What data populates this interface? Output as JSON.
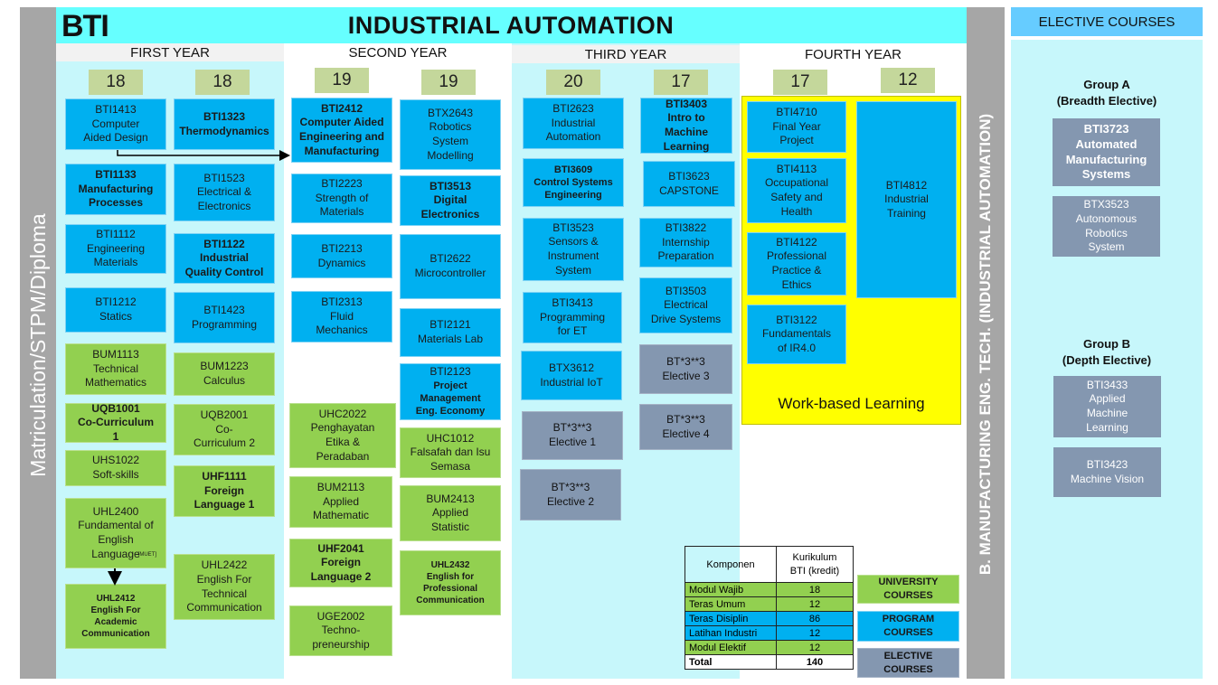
{
  "logo": "BTI",
  "title": "INDUSTRIAL AUTOMATION",
  "left_banner": "Matriculation/STPM/Diploma",
  "right_banner": "B. MANUFACTURING ENG. TECH. (INDUSTRIAL AUTOMATION)",
  "years": {
    "first": "FIRST YEAR",
    "second": "SECOND YEAR",
    "third": "THIRD YEAR",
    "fourth": "FOURTH YEAR"
  },
  "credits": {
    "y1s1": "18",
    "y1s2": "18",
    "y2s1": "19",
    "y2s2": "19",
    "y3s1": "20",
    "y3s2": "17",
    "y4s1": "17",
    "y4s2": "12"
  },
  "courses": {
    "bti1413": "BTI1413\nComputer\nAided Design",
    "bti1323": "BTI1323\nThermodynamics",
    "bti1133": "BTI1133\nManufacturing\nProcesses",
    "bti1523": "BTI1523\nElectrical &\nElectronics",
    "bti1112": "BTI1112\nEngineering\nMaterials",
    "bti1122": "BTI1122\nIndustrial\nQuality Control",
    "bti1212": "BTI1212\nStatics",
    "bti1423": "BTI1423\nProgramming",
    "bum1113": "BUM1113\nTechnical\nMathematics",
    "bum1223": "BUM1223\nCalculus",
    "uqb1001": "UQB1001\nCo-Curriculum\n1",
    "uqb2001": "UQB2001\nCo-\nCurriculum 2",
    "uhs1022": "UHS1022\nSoft-skills",
    "uhf1111": "UHF1111\nForeign\nLanguage 1",
    "uhl2400": "UHL2400\nFundamental of\nEnglish\nLanguage",
    "uhl2400_suffix": "-[MUET]",
    "uhl2422": "UHL2422\nEnglish For\nTechnical\nCommunication",
    "uhl2412": "UHL2412\nEnglish For\nAcademic\nCommunication",
    "bti2412": "BTI2412\nComputer Aided\nEngineering and\nManufacturing",
    "btx2643": "BTX2643\nRobotics\nSystem\nModelling",
    "bti2223": "BTI2223\nStrength of\nMaterials",
    "bti3513": "BTI3513\nDigital\nElectronics",
    "bti2213": "BTI2213\nDynamics",
    "bti2622": "BTI2622\nMicrocontroller",
    "bti2313": "BTI2313\nFluid\nMechanics",
    "bti2121": "BTI2121\nMaterials Lab",
    "bti2123_code": "BTI2123",
    "bti2123_name": "Project\nManagement\nEng. Economy",
    "uhc2022": "UHC2022\nPenghayatan\nEtika &\nPeradaban",
    "uhc1012": "UHC1012\nFalsafah dan Isu\nSemasa",
    "bum2113": "BUM2113\nApplied\nMathematic",
    "bum2413": "BUM2413\nApplied\nStatistic",
    "uhf2041": "UHF2041\nForeign\nLanguage 2",
    "uhl2432": "UHL2432\nEnglish for\nProfessional\nCommunication",
    "uge2002": "UGE2002\nTechno-\npreneurship",
    "bti2623": "BTI2623\nIndustrial\nAutomation",
    "bti3403": "BTI3403\nIntro to\nMachine\nLearning",
    "bti3609": "BTI3609\nControl Systems\nEngineering",
    "bti3623": "BTI3623\nCAPSTONE",
    "bti3523": "BTI3523\nSensors &\nInstrument\nSystem",
    "bti3822": "BTI3822\nInternship\nPreparation",
    "bti3413": "BTI3413\nProgramming\nfor ET",
    "bti3503": "BTI3503\nElectrical\nDrive Systems",
    "btx3612": "BTX3612\nIndustrial IoT",
    "elective3": "BT*3**3\nElective 3",
    "elective1": "BT*3**3\nElective 1",
    "elective4": "BT*3**3\nElective 4",
    "elective2": "BT*3**3\nElective 2",
    "bti4710": "BTI4710\nFinal Year\nProject",
    "bti4113": "BTI4113\nOccupational\nSafety and\nHealth",
    "bti4122": "BTI4122\nProfessional\nPractice &\nEthics",
    "bti3122": "BTI3122\nFundamentals\nof IR4.0",
    "bti4812": "BTI4812\nIndustrial\nTraining"
  },
  "work_based_label": "Work-based Learning",
  "electives": {
    "header": "ELECTIVE COURSES",
    "group_a": "Group A\n(Breadth Elective)",
    "bti3723": "BTI3723\nAutomated\nManufacturing\nSystems",
    "btx3523": "BTX3523\nAutonomous\nRobotics\nSystem",
    "group_b": "Group B\n(Depth Elective)",
    "bti3433": "BTI3433\nApplied\nMachine\nLearning",
    "bti3423": "BTI3423\nMachine Vision"
  },
  "credit_table": {
    "col1": "Komponen",
    "col2": "Kurikulum\nBTI (kredit)",
    "rows": [
      {
        "name": "Modul Wajib",
        "value": "18"
      },
      {
        "name": "Teras Umum",
        "value": "12"
      },
      {
        "name": "Teras Disiplin",
        "value": "86"
      },
      {
        "name": "Latihan Industri",
        "value": "12"
      },
      {
        "name": "Modul Elektif",
        "value": "12"
      }
    ],
    "total_label": "Total",
    "total_value": "140"
  },
  "legend": {
    "university": "UNIVERSITY\nCOURSES",
    "program": "PROGRAM\nCOURSES",
    "elective": "ELECTIVE\nCOURSES"
  },
  "colors": {
    "program": "#00b0f0",
    "university": "#92d050",
    "elective": "#8497b0",
    "header": "#66ffff",
    "work_based": "#ffff00"
  }
}
